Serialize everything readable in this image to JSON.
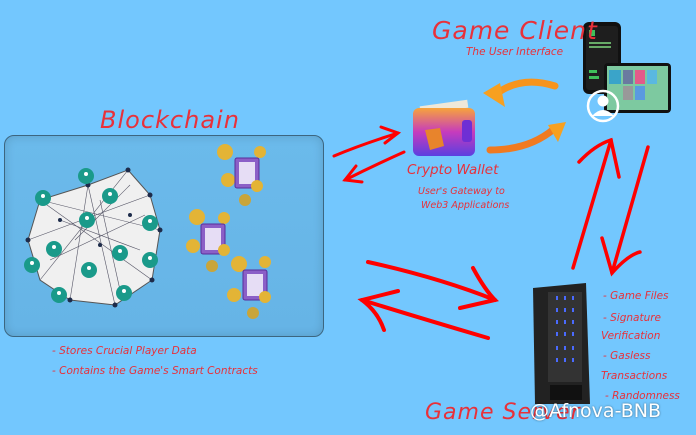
{
  "colors": {
    "background": "#73c7fe",
    "label_red": "#e8313a",
    "arrow_red": "#ff0000",
    "arrow_orange": "#f7941d",
    "node_teal": "#1a9a8a",
    "wallet_purple": "#7b3fd8"
  },
  "game_client": {
    "title": "Game Client",
    "subtitle": "The User Interface",
    "icons": [
      "phone-icon",
      "tablet-icon",
      "user-avatar-icon"
    ]
  },
  "crypto_wallet": {
    "title": "Crypto Wallet",
    "subtitle_line1": "User's Gateway to",
    "subtitle_line2": "Web3 Applications",
    "icon": "metamask-wallet-icon"
  },
  "blockchain": {
    "title": "Blockchain",
    "bullets": [
      "- Stores Crucial Player Data",
      "- Contains the Game's Smart Contracts"
    ],
    "icons": [
      "network-globe-icon",
      "smart-contract-icon"
    ]
  },
  "game_server": {
    "title": "Game Server",
    "bullets": [
      "- Game Files",
      "- Signature",
      "Verification",
      "- Gasless",
      "Transactions",
      "- Randomness"
    ],
    "icon": "server-rack-icon"
  },
  "connections": [
    {
      "from": "Blockchain",
      "to": "Crypto Wallet",
      "type": "bidirectional",
      "color": "red"
    },
    {
      "from": "Crypto Wallet",
      "to": "Game Client",
      "type": "bidirectional",
      "color": "orange"
    },
    {
      "from": "Game Client",
      "to": "Game Server",
      "type": "bidirectional",
      "color": "red"
    },
    {
      "from": "Blockchain",
      "to": "Game Server",
      "type": "bidirectional",
      "color": "red"
    }
  ],
  "watermark": "@Afnova-BNB"
}
